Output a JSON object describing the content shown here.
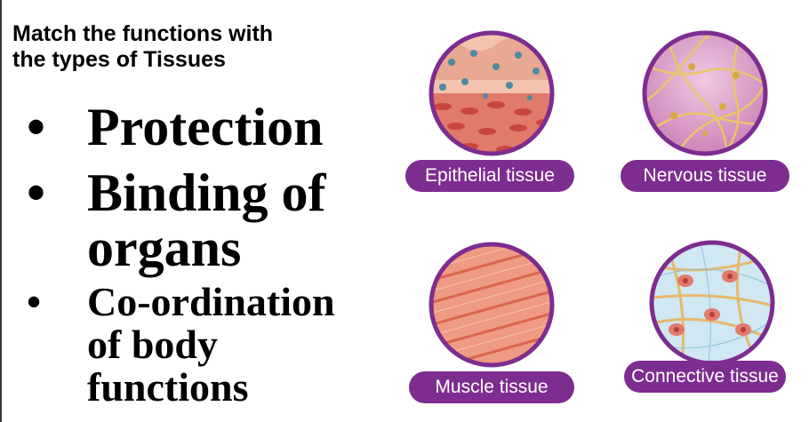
{
  "heading": {
    "line1": "Match the functions with",
    "line2": "the types of Tissues"
  },
  "bullets": [
    {
      "marker": "•",
      "line1": "Protection"
    },
    {
      "marker": "•",
      "line1": "Binding of",
      "line2": "organs"
    },
    {
      "marker": "•",
      "line1": "Co-ordination",
      "line2": "of body",
      "line3": "functions"
    }
  ],
  "tissues": [
    {
      "label": "Epithelial tissue",
      "icon": "epithelial-tissue-illustration"
    },
    {
      "label": "Nervous tissue",
      "icon": "nervous-tissue-illustration"
    },
    {
      "label": "Muscle tissue",
      "icon": "muscle-tissue-illustration"
    },
    {
      "label": "Connective tissue",
      "icon": "connective-tissue-illustration"
    }
  ],
  "colors": {
    "ring": "#7d2d8f",
    "label_bg": "#7d2d8f",
    "label_text": "#ffffff"
  }
}
